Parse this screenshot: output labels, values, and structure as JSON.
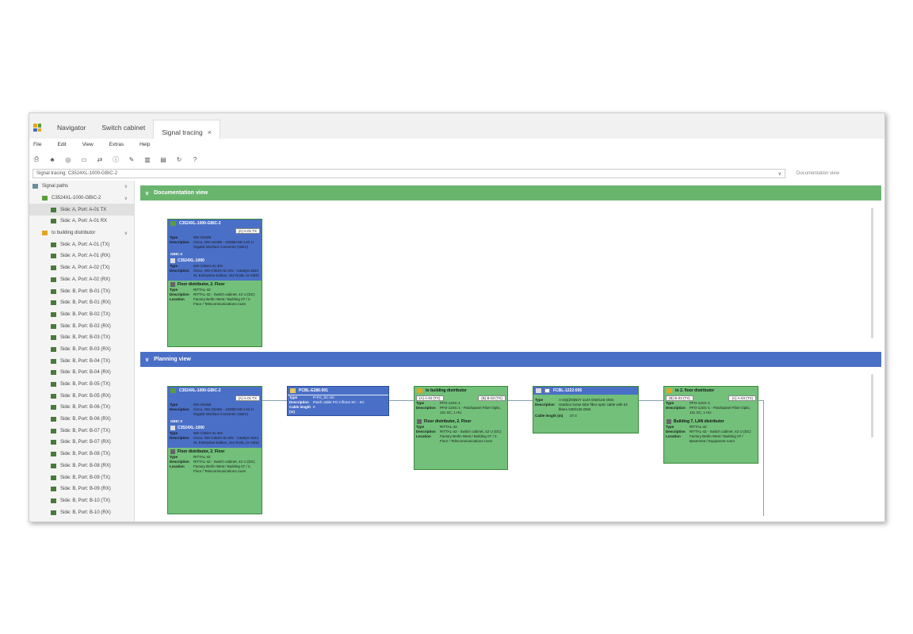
{
  "tabs": [
    {
      "label": "Navigator"
    },
    {
      "label": "Switch cabinet"
    },
    {
      "label": "Signal tracing",
      "close": "×"
    }
  ],
  "menu": [
    "File",
    "Edit",
    "View",
    "Extras",
    "Help"
  ],
  "toolbar_icons": [
    "printer-icon",
    "network-icon",
    "target-icon",
    "monitor-icon",
    "link-icon",
    "info-icon",
    "edit-icon",
    "building-icon",
    "list-icon",
    "refresh-icon",
    "help-icon"
  ],
  "toolbar_glyphs": [
    "⎙",
    "♣",
    "◎",
    "▭",
    "⇄",
    "ⓘ",
    "✎",
    "▥",
    "▤",
    "↻",
    "?"
  ],
  "pathbar": {
    "value": "Signal tracing: C3524XL-1000-GBIC-2",
    "chevron": "∨",
    "doc_label": "Documentation view"
  },
  "sidebar": {
    "header": "Signal paths",
    "device": "C3524XL-1000-GBIC-2",
    "device_ports": [
      "Side: A, Port: A-01 TX",
      "Side: A, Port: A-01 RX"
    ],
    "distributor": "to building distributor",
    "dist_ports": [
      "Side: A, Port: A-01 (TX)",
      "Side: A, Port: A-01 (RX)",
      "Side: A, Port: A-02 (TX)",
      "Side: A, Port: A-02 (RX)",
      "Side: B, Port: B-01 (TX)",
      "Side: B, Port: B-01 (RX)",
      "Side: B, Port: B-02 (TX)",
      "Side: B, Port: B-02 (RX)",
      "Side: B, Port: B-03 (TX)",
      "Side: B, Port: B-03 (RX)",
      "Side: B, Port: B-04 (TX)",
      "Side: B, Port: B-04 (RX)",
      "Side: B, Port: B-05 (TX)",
      "Side: B, Port: B-05 (RX)",
      "Side: B, Port: B-06 (TX)",
      "Side: B, Port: B-06 (RX)",
      "Side: B, Port: B-07 (TX)",
      "Side: B, Port: B-07 (RX)",
      "Side: B, Port: B-08 (TX)",
      "Side: B, Port: B-08 (RX)",
      "Side: B, Port: B-09 (TX)",
      "Side: B, Port: B-09 (RX)",
      "Side: B, Port: B-10 (TX)",
      "Side: B, Port: B-10 (RX)"
    ]
  },
  "sections": {
    "doc": "Documentation view",
    "plan": "Planning view",
    "chevron": "∨"
  },
  "labels": {
    "type": "Type",
    "desc": "Description",
    "loc": "Location",
    "cable": "Cable length (m)"
  },
  "gbic": {
    "title": "C3524XL-1000-GBIC-2",
    "port": "(A) A-01 TX",
    "type": "WS-G5486",
    "desc": "Cisco, WS-G5486 - 1000BASE-LX/LH Gigabit Interface Converter (GBIC)",
    "tag": "GBIC-2"
  },
  "switch": {
    "title": "C3524XL-1000",
    "type": "WS-C3524-XL-EN",
    "desc": "Cisco, WS-C3524-XL-EN - Catalyst 3524 XL Enterprise Edition, 24x RJ45, 2x GBIC"
  },
  "floor": {
    "title": "Floor distributor, 2. Floor",
    "type": "RITTAL-42",
    "desc": "RITTAL-42 - Switch cabinet, 42 U (DC)",
    "loc": "Factory Berlin West / Building 07 / 2. Floor / Telecommunications room"
  },
  "cable1": {
    "title": "PCBL-E286:001",
    "type": "P-FO_SC-SC",
    "desc": "Patch cable FO 2 fibres SC - SC",
    "len": "0"
  },
  "bdist": {
    "title": "to building distributor",
    "port_l": "(A) A-03 (TX)",
    "port_r": "(B) B-03 (TX)",
    "type": "PFO-12SC-1",
    "desc": "PFO-12SC-1 - Patchpanel Fiber Optic, 12x SC, 1 HU"
  },
  "cable2": {
    "title": "FCBL-1222:005",
    "type": "A-DQ(ZN)B2Y 1x24 G50/125 OM4",
    "desc": "Outdoor loose tube fiber-optic cable with 24 fibers G50/125 OM4",
    "len": "37.4"
  },
  "fdist": {
    "title": "to 2. floor distributor",
    "port_l": "(B) B-03 (TX)",
    "port_r": "(A) A-03 (TX)",
    "type": "PFO-12SC-1",
    "desc": "PFO-12SC-1 - Patchpanel Fiber Optic, 12x SC, 1 HU"
  },
  "lan": {
    "title": "Building 7, LAN distributor",
    "type": "RITTAL-42",
    "desc": "RITTAL-42 - Switch cabinet, 42 U (DC)",
    "loc": "Factory Berlin West / Building 07 / Basement / Equipment room"
  },
  "colors": {
    "green": "#72c07a",
    "blue": "#4a6fc7",
    "section_green": "#6ab56e"
  }
}
